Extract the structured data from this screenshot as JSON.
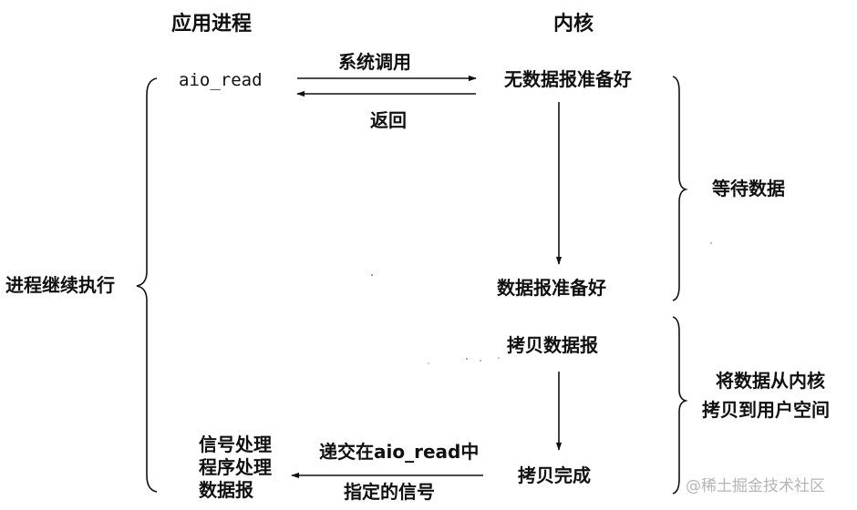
{
  "headers": {
    "app_process": "应用进程",
    "kernel": "内核"
  },
  "app": {
    "aio_read": "aio_read",
    "continue_exec": "进程继续执行",
    "handler_line1": "信号处理",
    "handler_line2": "程序处理",
    "handler_line3": "数据报"
  },
  "arrows": {
    "syscall": "系统调用",
    "return": "返回",
    "deliver_line1": "递交在aio_read中",
    "deliver_line2": "指定的信号"
  },
  "kernel": {
    "no_datagram": "无数据报准备好",
    "datagram_ready": "数据报准备好",
    "copy_datagram": "拷贝数据报",
    "copy_done": "拷贝完成"
  },
  "phases": {
    "wait_data": "等待数据",
    "copy_line1": "将数据从内核",
    "copy_line2": "拷贝到用户空间"
  },
  "watermark": {
    "at": "@",
    "text": "稀土掘金技术社区"
  }
}
